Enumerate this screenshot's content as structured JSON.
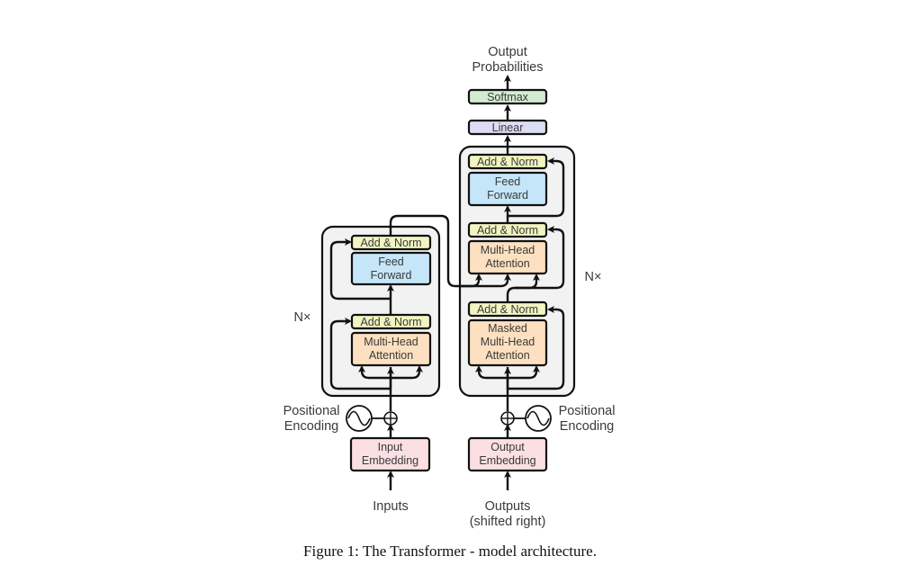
{
  "figure": {
    "caption": "Figure 1: The Transformer - model architecture."
  },
  "colors": {
    "add_norm": "#f2f4c1",
    "feed_forward": "#c4e6f8",
    "attention": "#fce0c0",
    "embedding": "#fbdfe2",
    "linear": "#dcdcf2",
    "softmax": "#d2ecd2",
    "stack_bg": "#f2f2f2"
  },
  "output_probabilities": [
    "Output",
    "Probabilities"
  ],
  "softmax": "Softmax",
  "linear": "Linear",
  "encoder": {
    "repeat": "N×",
    "add_norm_top": "Add & Norm",
    "feed_forward": [
      "Feed",
      "Forward"
    ],
    "add_norm_bottom": "Add & Norm",
    "attention": [
      "Multi-Head",
      "Attention"
    ],
    "positional_encoding": [
      "Positional",
      "Encoding"
    ],
    "embedding": [
      "Input",
      "Embedding"
    ],
    "input": "Inputs"
  },
  "decoder": {
    "repeat": "N×",
    "add_norm_top": "Add & Norm",
    "feed_forward": [
      "Feed",
      "Forward"
    ],
    "add_norm_mid": "Add & Norm",
    "attention": [
      "Multi-Head",
      "Attention"
    ],
    "add_norm_bottom": "Add & Norm",
    "masked_attention": [
      "Masked",
      "Multi-Head",
      "Attention"
    ],
    "positional_encoding": [
      "Positional",
      "Encoding"
    ],
    "embedding": [
      "Output",
      "Embedding"
    ],
    "input": [
      "Outputs",
      "(shifted right)"
    ]
  }
}
